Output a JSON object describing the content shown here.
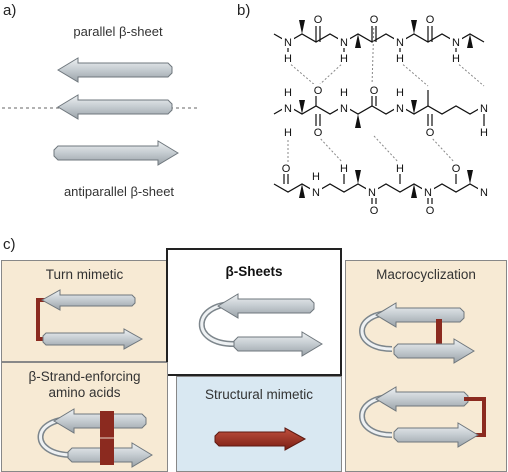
{
  "panel_a": {
    "label": "a)",
    "parallel_label": "parallel β-sheet",
    "antiparallel_label": "antiparallel β-sheet"
  },
  "panel_b": {
    "label": "b)",
    "atoms": {
      "N": "N",
      "H": "H",
      "O": "O"
    }
  },
  "panel_c": {
    "label": "c)",
    "turn_mimetic": "Turn mimetic",
    "beta_sheets": "β-Sheets",
    "macrocyclization": "Macrocyclization",
    "strand_enforcing_line1": "β-Strand-enforcing",
    "strand_enforcing_line2": "amino acids",
    "structural_mimetic": "Structural mimetic"
  },
  "colors": {
    "arrow_fill": "#c9cfd4",
    "arrow_dark": "#8e979e",
    "linker_red": "#8b2a1f",
    "panel_tan": "#f7ead4",
    "panel_blue": "#d9e8f2"
  }
}
